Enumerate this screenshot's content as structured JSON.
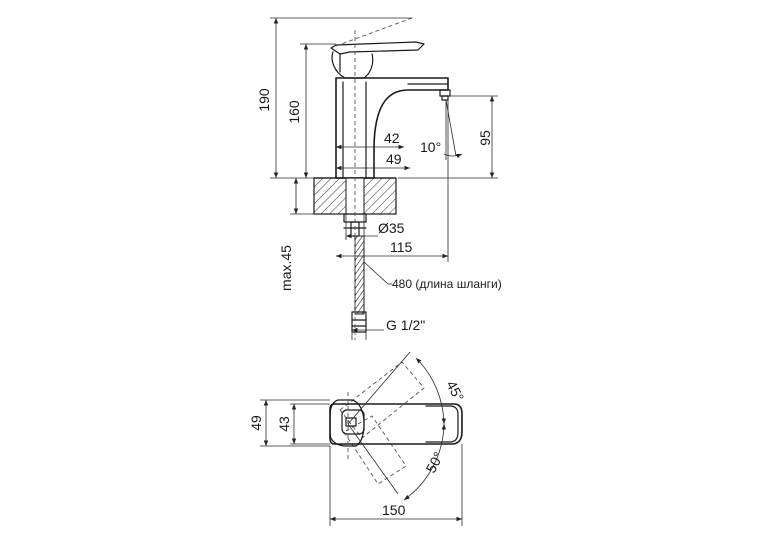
{
  "drawing": {
    "side_view": {
      "dim_total_height": "190",
      "dim_body_height": "160",
      "dim_spout_height": "95",
      "dim_a": "42",
      "dim_b": "49",
      "dim_angle": "10°",
      "dim_bore": "Ø35",
      "dim_reach": "115",
      "dim_deck": "max.45",
      "hose_note": "480 (длина шланги)",
      "thread": "G 1/2\""
    },
    "top_view": {
      "dim_width_outer": "49",
      "dim_width_inner": "43",
      "dim_angle_a": "45°",
      "dim_angle_b": "50°",
      "dim_length": "150"
    }
  }
}
